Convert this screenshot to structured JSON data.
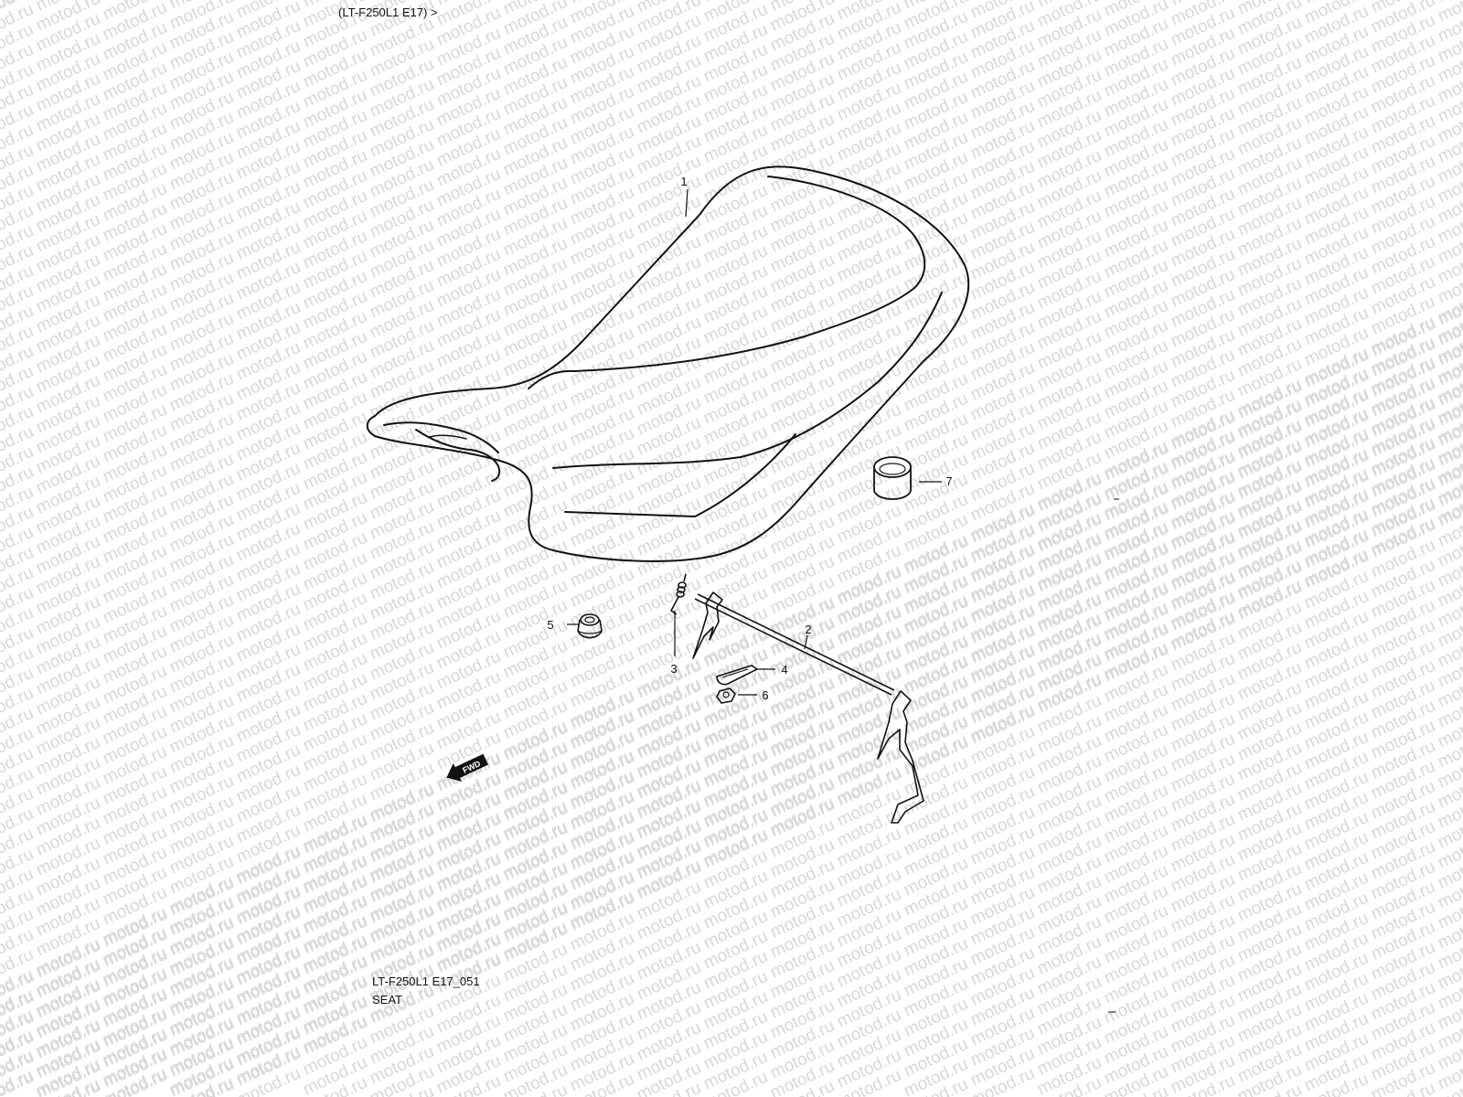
{
  "header": {
    "model_ref": "(LT-F250L1 E17) >"
  },
  "watermark": {
    "text": "motod.ru",
    "color": "#d6d6d6"
  },
  "callouts": [
    {
      "id": "1",
      "label": "1"
    },
    {
      "id": "2",
      "label": "2"
    },
    {
      "id": "3",
      "label": "3"
    },
    {
      "id": "4",
      "label": "4"
    },
    {
      "id": "5",
      "label": "5"
    },
    {
      "id": "6",
      "label": "6"
    },
    {
      "id": "7",
      "label": "7"
    }
  ],
  "fwd_marker": {
    "text": "FWD",
    "icon": "forward-arrow-icon"
  },
  "footer": {
    "code": "LT-F250L1 E17_051",
    "title": "SEAT"
  }
}
